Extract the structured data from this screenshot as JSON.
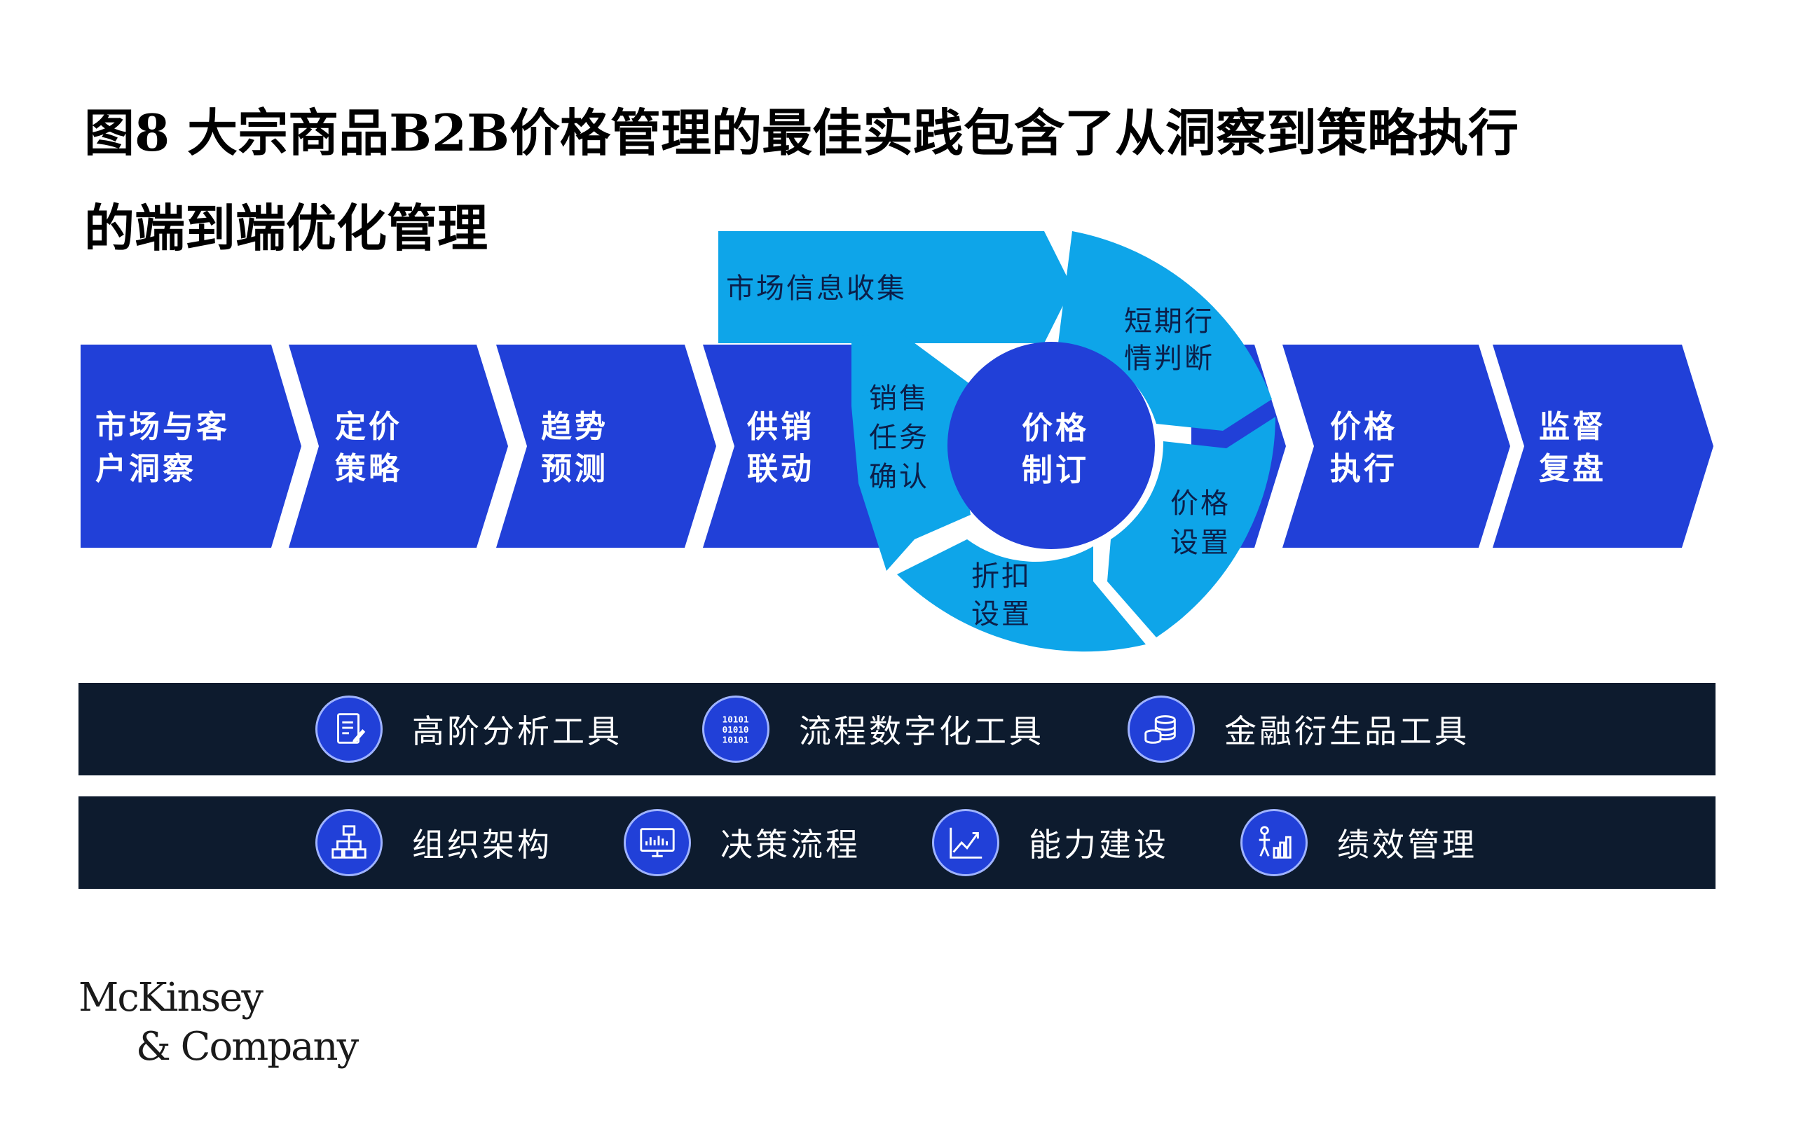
{
  "title": {
    "line1": "图8 大宗商品B2B价格管理的最佳实践包含了从洞察到策略执行",
    "line2": "的端到端优化管理"
  },
  "chevrons": [
    {
      "line1": "市场与客",
      "line2": "户洞察"
    },
    {
      "line1": "定价",
      "line2": "策略"
    },
    {
      "line1": "趋势",
      "line2": "预测"
    },
    {
      "line1": "供销",
      "line2": "联动"
    },
    {
      "line1": "价格",
      "line2": "执行"
    },
    {
      "line1": "监督",
      "line2": "复盘"
    }
  ],
  "cycle": {
    "top_tab": "市场信息收集",
    "center": {
      "line1": "价格",
      "line2": "制订"
    },
    "segments": [
      {
        "lines": [
          "销售",
          "任务",
          "确认"
        ]
      },
      {
        "lines": [
          "短期行",
          "情判断"
        ]
      },
      {
        "lines": [
          "价格",
          "设置"
        ]
      },
      {
        "lines": [
          "折扣",
          "设置"
        ]
      }
    ]
  },
  "tools_row": [
    {
      "icon": "document-edit-icon",
      "label": "高阶分析工具"
    },
    {
      "icon": "binary-code-icon",
      "label": "流程数字化工具"
    },
    {
      "icon": "coin-stack-icon",
      "label": "金融衍生品工具"
    }
  ],
  "enablers_row": [
    {
      "icon": "org-chart-icon",
      "label": "组织架构"
    },
    {
      "icon": "monitor-chart-icon",
      "label": "决策流程"
    },
    {
      "icon": "line-chart-icon",
      "label": "能力建设"
    },
    {
      "icon": "performance-bars-icon",
      "label": "绩效管理"
    }
  ],
  "binary_text": [
    "10101",
    "01010",
    "10101"
  ],
  "logo": {
    "line1": "McKinsey",
    "line2": "& Company"
  },
  "colors": {
    "chevron": "#2140d8",
    "cycle_light": "#0ea5e9",
    "tab": "#0ea5e9",
    "band": "#0d1b2e"
  }
}
